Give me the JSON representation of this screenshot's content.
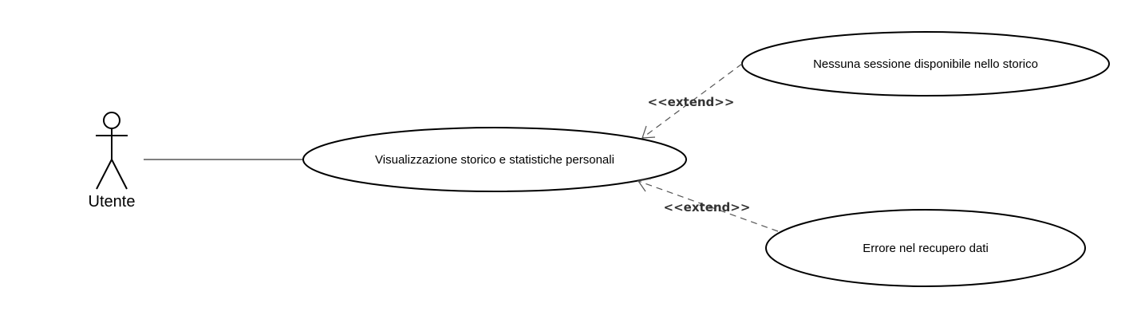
{
  "diagram": {
    "actor": {
      "label": "Utente"
    },
    "use_cases": {
      "main": "Visualizzazione storico e statistiche personali",
      "ext_top": "Nessuna sessione disponibile nello storico",
      "ext_bottom": "Errore nel recupero dati"
    },
    "relations": {
      "extend_top": "<<extend>>",
      "extend_bottom": "<<extend>>"
    },
    "colors": {
      "stroke": "#000000",
      "dashed": "#555555",
      "stereotype": "#333333"
    }
  }
}
